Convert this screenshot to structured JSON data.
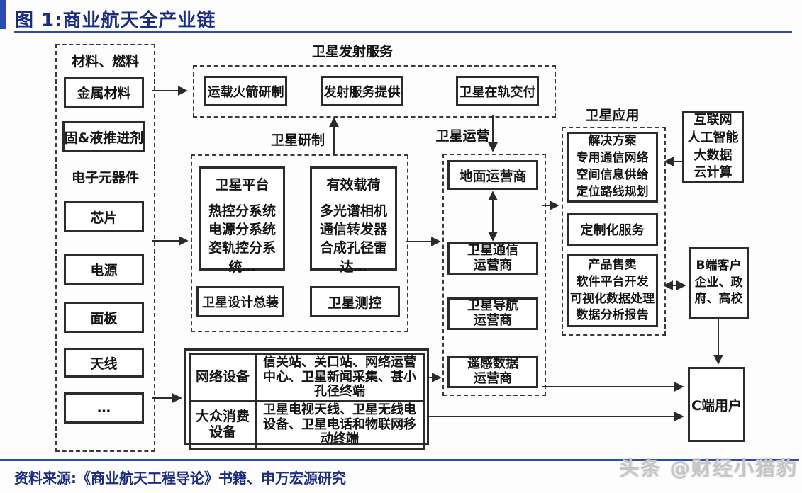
{
  "colors": {
    "navy_title": "#1b2d7c",
    "blue_rule": "#2a4cb0",
    "diagram_line": "#2b2b2b",
    "watermark_gray": "#c6c6c6"
  },
  "header": {
    "title": "图 1:商业航天全产业链"
  },
  "supply": {
    "items": [
      {
        "kind": "label",
        "text": "材料、燃料"
      },
      {
        "kind": "box",
        "text": "金属材料"
      },
      {
        "kind": "box",
        "text": "固&液推进剂"
      },
      {
        "kind": "label",
        "text": "电子元器件"
      },
      {
        "kind": "box",
        "text": "芯片"
      },
      {
        "kind": "box",
        "text": "电源"
      },
      {
        "kind": "box",
        "text": "面板"
      },
      {
        "kind": "box",
        "text": "天线"
      },
      {
        "kind": "box",
        "text": "…"
      }
    ]
  },
  "launch": {
    "title": "卫星发射服务",
    "boxes": [
      {
        "text": "运载火箭研制"
      },
      {
        "text": "发射服务提供"
      },
      {
        "text": "卫星在轨交付"
      }
    ]
  },
  "development": {
    "title": "卫星研制",
    "platform": {
      "heading": "卫星平台",
      "body": "热控分系统\n电源分系统\n姿轨控分系统…"
    },
    "payload": {
      "heading": "有效载荷",
      "body": "多光谱相机\n通信转发器\n合成孔径雷达…"
    },
    "assembly": "卫星设计总装",
    "tt_c": "卫星测控"
  },
  "operation": {
    "title": "卫星运营",
    "boxes": [
      {
        "text": "地面运营商"
      },
      {
        "text": "卫星通信\n运营商"
      },
      {
        "text": "卫星导航\n运营商"
      },
      {
        "text": "遥感数据\n运营商"
      }
    ]
  },
  "application": {
    "title": "卫星应用",
    "boxes": [
      {
        "text": "解决方案\n专用通信网络\n空间信息供给\n定位路线规划"
      },
      {
        "text": "定制化服务"
      },
      {
        "text": "产品售卖\n软件平台开发\n可视化数据处理\n数据分析报告"
      }
    ]
  },
  "partners": {
    "tech": "互联网\n人工智能\n大数据\n云计算",
    "b_side": "B端客户\n企业、政府、高校",
    "c_side": "C端用户"
  },
  "equipment": {
    "rows": [
      {
        "category": "网络设备",
        "items": "信关站、关口站、网络运营中心、卫星新闻采集、甚小孔径终端"
      },
      {
        "category": "大众消费设备",
        "items": "卫星电视天线、卫星无线电设备、卫星电话和物联网移动终端"
      }
    ]
  },
  "footer": {
    "source": "资料来源:《商业航天工程导论》书籍、申万宏源研究",
    "watermark": "头条 @财经小猎豹"
  }
}
